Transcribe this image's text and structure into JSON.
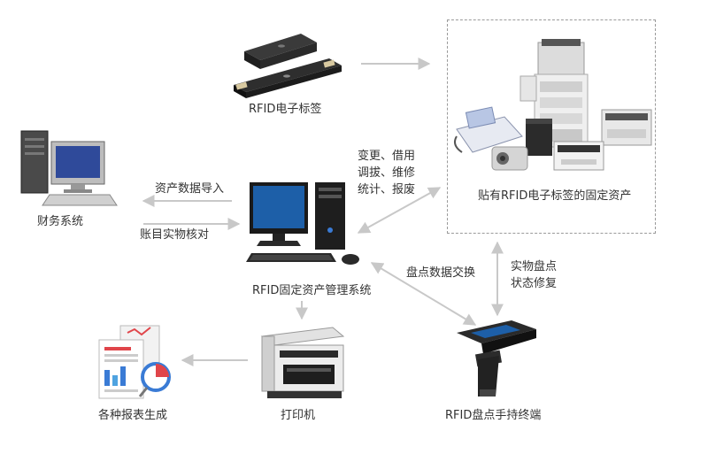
{
  "nodes": {
    "rfid_tag": "RFID电子标签",
    "fixed_assets": "贴有RFID电子标签的固定资产",
    "finance": "财务系统",
    "management": "RFID固定资产管理系统",
    "printer": "打印机",
    "reports": "各种报表生成",
    "handheld": "RFID盘点手持终端"
  },
  "edges": {
    "import": "资产数据导入",
    "reconcile": "账目实物核对",
    "ops_line1": "变更、借用",
    "ops_line2": "调拔、维修",
    "ops_line3": "统计、报废",
    "exchange": "盘点数据交换",
    "inventory_line1": "实物盘点",
    "inventory_line2": "状态修复"
  },
  "colors": {
    "arrow": "#c8c8c8",
    "border": "#9a9a9a",
    "text": "#333333"
  }
}
